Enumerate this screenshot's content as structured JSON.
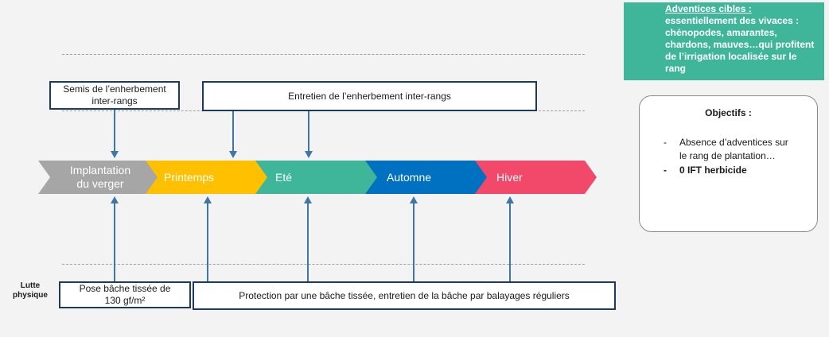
{
  "seasons": [
    {
      "label_line1": "Implantation",
      "label_line2": "du verger",
      "color": "#a6a6a6"
    },
    {
      "label_line1": "Printemps",
      "label_line2": "",
      "color": "#ffc000"
    },
    {
      "label_line1": "Eté",
      "label_line2": "",
      "color": "#3fb59a"
    },
    {
      "label_line1": "Automne",
      "label_line2": "",
      "color": "#0070c0"
    },
    {
      "label_line1": "Hiver",
      "label_line2": "",
      "color": "#f2496b"
    }
  ],
  "top_boxes": {
    "semis_line1": "Semis de l’enherbement",
    "semis_line2": "inter-rangs",
    "entretien": "Entretien de l’enherbement inter-rangs"
  },
  "bottom": {
    "side_label_line1": "Lutte",
    "side_label_line2": "physique",
    "pose_line1": "Pose bâche tissée de",
    "pose_line2": "130 gf/m²",
    "protection": "Protection par une bâche tissée, entretien de la bâche par balayages réguliers"
  },
  "adventices": {
    "title": "Adventices cibles :",
    "line1": "essentiellement des vivaces :",
    "line2": "chénopodes, amarantes,",
    "line3": "chardons, mauves…qui profitent",
    "line4": "de l’irrigation localisée sur le",
    "line5": "rang"
  },
  "objectifs": {
    "title": "Objectifs :",
    "items": [
      {
        "dash": "-",
        "line1": "Absence d’adventices sur",
        "line2": "le rang de plantation…",
        "bold": false
      },
      {
        "dash": "-",
        "line1": "0 IFT herbicide",
        "line2": "",
        "bold": true
      }
    ]
  },
  "colors": {
    "arrow": "#3e76a8",
    "box_border": "#1f3b55",
    "background": "#f3f3f3"
  }
}
